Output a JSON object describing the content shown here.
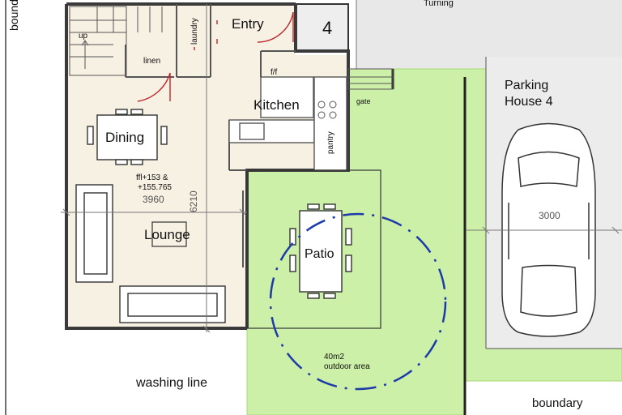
{
  "labels": {
    "boundary_left": "boundary",
    "turning": "Turning",
    "entry": "Entry",
    "house_number": "4",
    "laundry": "laundry",
    "up": "up",
    "linen": "linen",
    "ff": "f/f",
    "kitchen": "Kitchen",
    "gate": "gate",
    "pantry": "pantry",
    "parking_line1": "Parking",
    "parking_line2": "House 4",
    "dining": "Dining",
    "ffl_line1": "ffl+153 &",
    "ffl_line2": "+155.765",
    "dim_3960": "3960",
    "dim_6210": "6210",
    "dim_3000": "3000",
    "lounge": "Lounge",
    "patio": "Patio",
    "outdoor_line1": "40m2",
    "outdoor_line2": "outdoor area",
    "washing_line": "washing line",
    "boundary_bottom": "boundary"
  },
  "colors": {
    "interior": "#f7f1e4",
    "lawn": "#cdf0a8",
    "lawn_edge": "#a8d878",
    "driveway": "#e6e6e6",
    "wall": "#3a3a3a",
    "door_arc": "#c0262b",
    "circle": "#1c3aa8"
  }
}
